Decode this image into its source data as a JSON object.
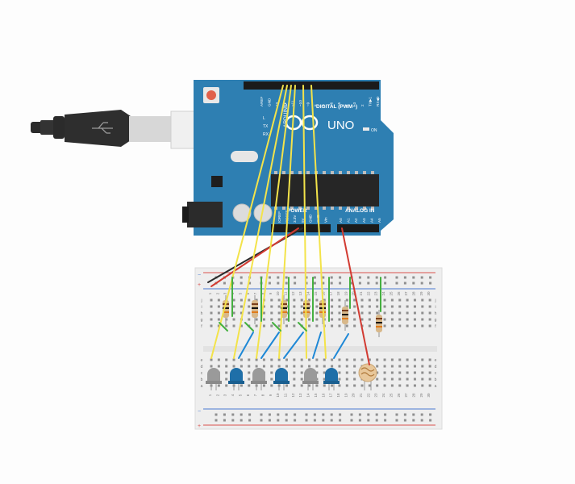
{
  "board": {
    "name": "UNO",
    "brand": "ARDUINO",
    "digital_header": "DIGITAL (PWM~)",
    "power_header": "POWER",
    "analog_header": "ANALOG IN",
    "on_label": "ON",
    "tx_label": "TX",
    "rx_label": "RX",
    "l_label": "L",
    "digital_pins": [
      "AREF",
      "GND",
      "13",
      "12",
      "~11",
      "~10",
      "~9",
      "8",
      "7",
      "~6",
      "~5",
      "4",
      "~3",
      "2",
      "TX▶1",
      "RX◀0"
    ],
    "power_pins": [
      "IOREF",
      "RESET",
      "3.3V",
      "5V",
      "GND",
      "GND",
      "Vin"
    ],
    "analog_pins": [
      "A0",
      "A1",
      "A2",
      "A3",
      "A4",
      "A5"
    ]
  },
  "breadboard": {
    "column_numbers": [
      "1",
      "2",
      "3",
      "4",
      "5",
      "6",
      "7",
      "8",
      "9",
      "10",
      "11",
      "12",
      "13",
      "14",
      "15",
      "16",
      "17",
      "18",
      "19",
      "20",
      "21",
      "22",
      "23",
      "24",
      "25",
      "26",
      "27",
      "28",
      "29",
      "30"
    ],
    "row_letters_top": [
      "j",
      "i",
      "h",
      "g",
      "f"
    ],
    "row_letters_bottom": [
      "e",
      "d",
      "c",
      "b",
      "a"
    ],
    "plus_sign": "+",
    "minus_sign": "−"
  },
  "colors": {
    "board_blue": "#2e7fb2",
    "board_dark": "#1f5f8a",
    "wire_yellow": "#f3e34a",
    "wire_blue": "#1e88d6",
    "wire_green": "#45b040",
    "wire_red": "#d23b32",
    "wire_black": "#2a2a2a",
    "led_blue": "#1f6fa8",
    "led_gray": "#9a9a9a",
    "rail_red": "#d9534f",
    "rail_blue": "#4a7bd1"
  }
}
